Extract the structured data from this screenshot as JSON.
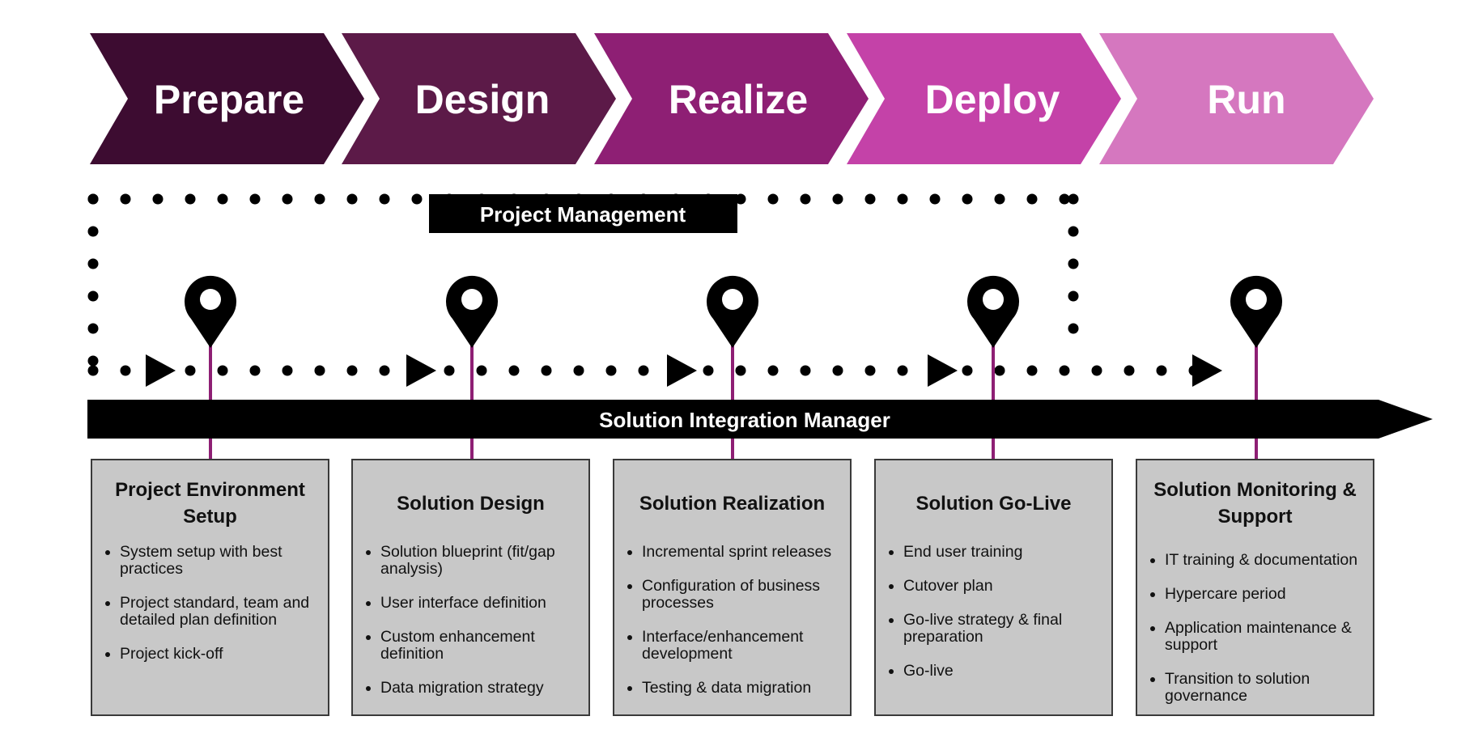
{
  "phases": [
    {
      "label": "Prepare",
      "color": "#3d0c31"
    },
    {
      "label": "Design",
      "color": "#5c1a48"
    },
    {
      "label": "Realize",
      "color": "#8e1f74"
    },
    {
      "label": "Deploy",
      "color": "#c442a8"
    },
    {
      "label": "Run",
      "color": "#d577bf"
    }
  ],
  "project_management": {
    "label": "Project Management"
  },
  "integration_bar": {
    "label": "Solution Integration Manager"
  },
  "connector_color": "#8e1f74",
  "cards": [
    {
      "title": "Project Environment Setup",
      "items": [
        "System setup with best practices",
        "Project standard, team and detailed plan definition",
        "Project kick-off"
      ]
    },
    {
      "title": "Solution Design",
      "items": [
        "Solution blueprint (fit/gap analysis)",
        "User interface definition",
        "Custom enhancement definition",
        "Data migration strategy"
      ]
    },
    {
      "title": "Solution Realization",
      "items": [
        "Incremental sprint releases",
        "Configuration of business processes",
        "Interface/enhancement development",
        "Testing & data migration"
      ]
    },
    {
      "title": "Solution Go-Live",
      "items": [
        "End user training",
        "Cutover plan",
        "Go-live strategy & final preparation",
        "Go-live"
      ]
    },
    {
      "title": "Solution Monitoring & Support",
      "items": [
        "IT training & documentation",
        "Hypercare period",
        "Application maintenance & support",
        "Transition to solution governance"
      ]
    }
  ]
}
